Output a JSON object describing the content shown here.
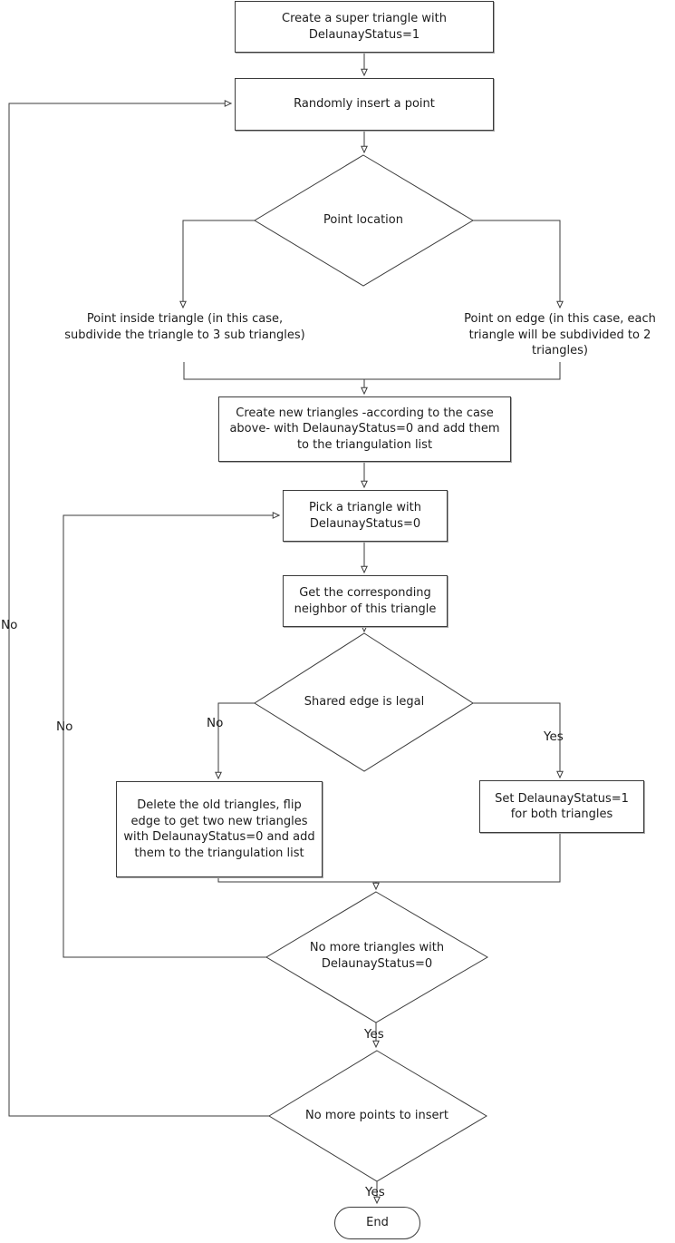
{
  "diagram": {
    "nodes": {
      "create_super_triangle": "Create a super triangle with DelaunayStatus=1",
      "randomly_insert_point": "Randomly insert a point",
      "point_location": "Point location",
      "point_inside": "Point inside triangle (in this case, subdivide the triangle to 3 sub triangles)",
      "point_on_edge": "Point on edge (in this case, each triangle will be subdivided to 2 triangles)",
      "create_new_triangles": "Create new triangles -according to the case above- with DelaunayStatus=0 and add them to the triangulation list",
      "pick_triangle": "Pick a triangle with DelaunayStatus=0",
      "get_neighbor": "Get the corresponding neighbor of this triangle",
      "shared_edge_legal": "Shared edge is legal",
      "delete_old_triangles": "Delete the old triangles, flip edge to get two new triangles with DelaunayStatus=0 and add them to the triangulation list",
      "set_delaunay_status": "Set DelaunayStatus=1 for both triangles",
      "no_more_triangles": "No more triangles with DelaunayStatus=0",
      "no_more_points": "No more points to insert",
      "end": "End"
    },
    "edge_labels": {
      "shared_edge_no": "No",
      "shared_edge_yes": "Yes",
      "no_more_triangles_no": "No",
      "no_more_triangles_yes": "Yes",
      "no_more_points_no": "No",
      "no_more_points_yes": "Yes"
    },
    "colors": {
      "line": "#3b3b3b",
      "background": "#ffffff",
      "text": "#1c1c1c"
    }
  }
}
